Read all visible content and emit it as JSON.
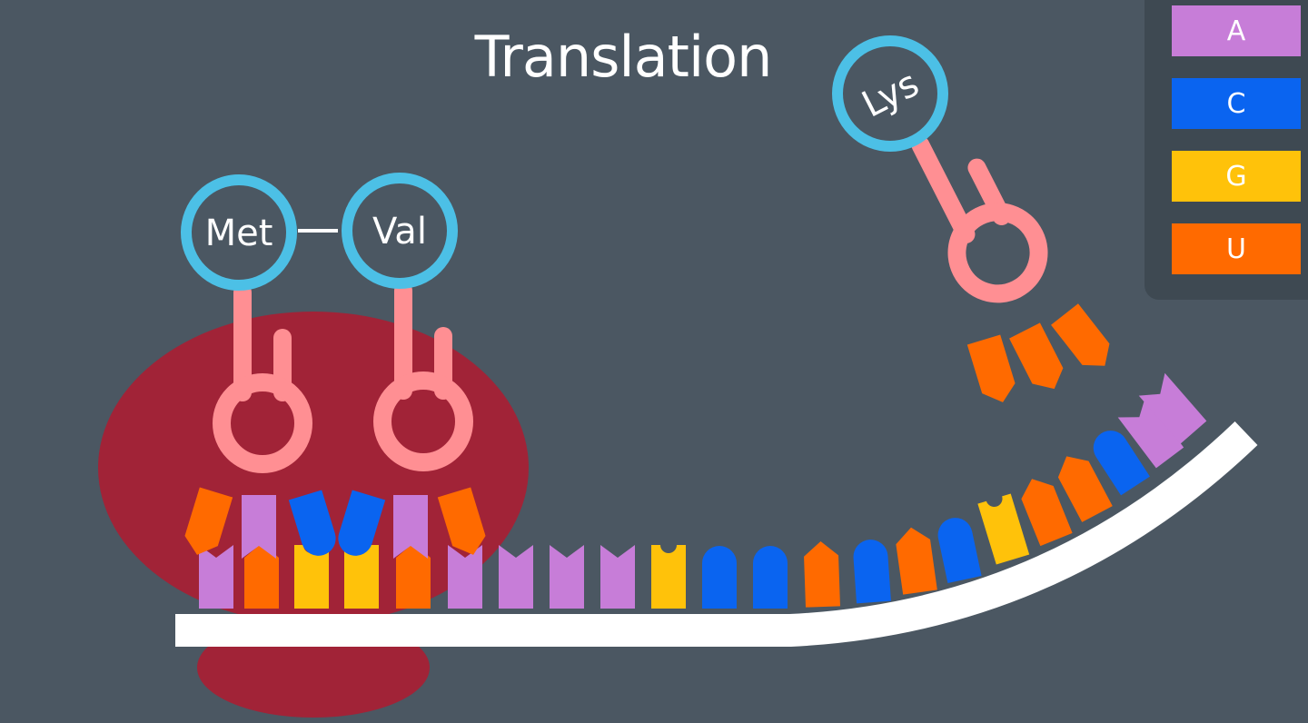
{
  "title": "Translation",
  "legend": [
    {
      "label": "A",
      "color": "#c77dd8"
    },
    {
      "label": "C",
      "color": "#0a64f0"
    },
    {
      "label": "G",
      "color": "#ffc20a"
    },
    {
      "label": "U",
      "color": "#ff6a00"
    }
  ],
  "colors": {
    "background": "#4b5762",
    "ribosome": "#a12337",
    "trna": "#ff8f93",
    "amino_ring": "#4cc0e6",
    "mrna": "#ffffff"
  },
  "mrna_sequence": [
    "A",
    "U",
    "G",
    "G",
    "U",
    "A",
    "A",
    "A",
    "A",
    "G",
    "C",
    "C",
    "U",
    "C",
    "U",
    "C",
    "G",
    "U",
    "U",
    "C",
    "A",
    "A"
  ],
  "trnas": [
    {
      "amino_acid": "Met",
      "anticodon": [
        "U",
        "A",
        "C"
      ]
    },
    {
      "amino_acid": "Val",
      "anticodon": [
        "C",
        "A",
        "U"
      ]
    },
    {
      "amino_acid": "Lys",
      "anticodon": [
        "U",
        "U",
        "U"
      ]
    }
  ]
}
